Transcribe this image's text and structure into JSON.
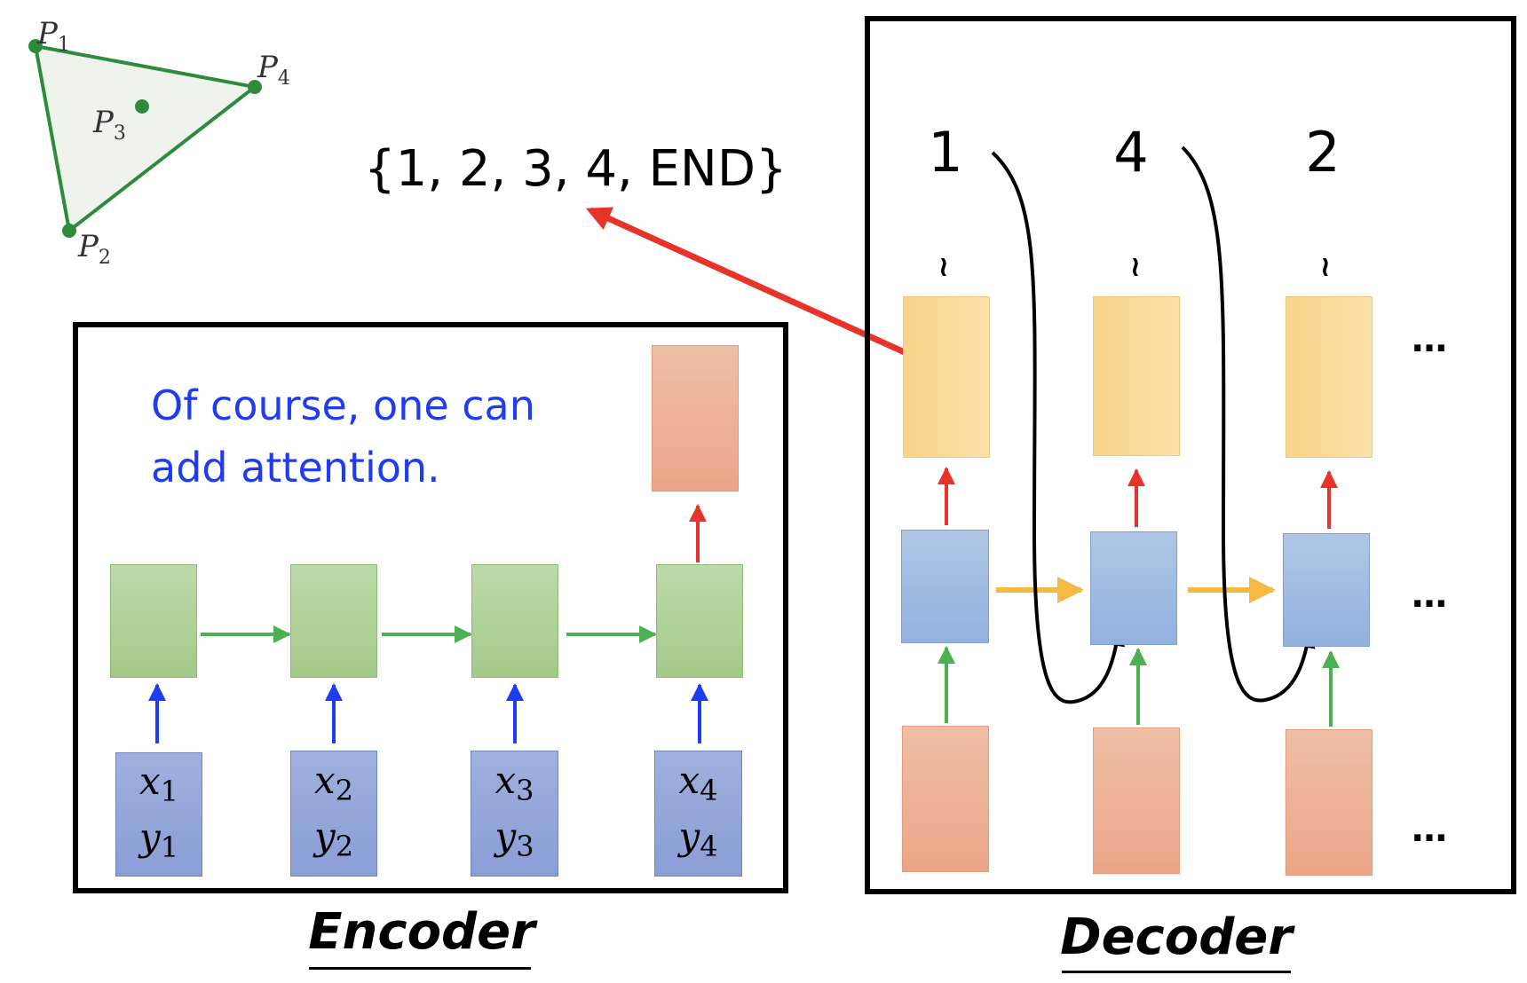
{
  "points": [
    {
      "label": "P",
      "sub": "1"
    },
    {
      "label": "P",
      "sub": "2"
    },
    {
      "label": "P",
      "sub": "3"
    },
    {
      "label": "P",
      "sub": "4"
    }
  ],
  "output_sequence": "{1, 2, 3, 4, END}",
  "encoder": {
    "note_line1": "Of course, one can",
    "note_line2": "add attention.",
    "inputs": [
      {
        "x": "x",
        "y": "y",
        "sub": "1"
      },
      {
        "x": "x",
        "y": "y",
        "sub": "2"
      },
      {
        "x": "x",
        "y": "y",
        "sub": "3"
      },
      {
        "x": "x",
        "y": "y",
        "sub": "4"
      }
    ],
    "caption": "Encoder"
  },
  "decoder": {
    "outputs": [
      "1",
      "4",
      "2"
    ],
    "tilde": "~",
    "ellipsis": "…",
    "caption": "Decoder"
  },
  "colors": {
    "hull_stroke": "#2e8b3e",
    "hull_fill": "#eef3ec",
    "arrow_red": "#e8332a",
    "arrow_blue": "#1f3cf5",
    "arrow_green": "#4caf50",
    "arrow_yellow": "#f5b942",
    "text_blue": "#1f3cf5"
  }
}
